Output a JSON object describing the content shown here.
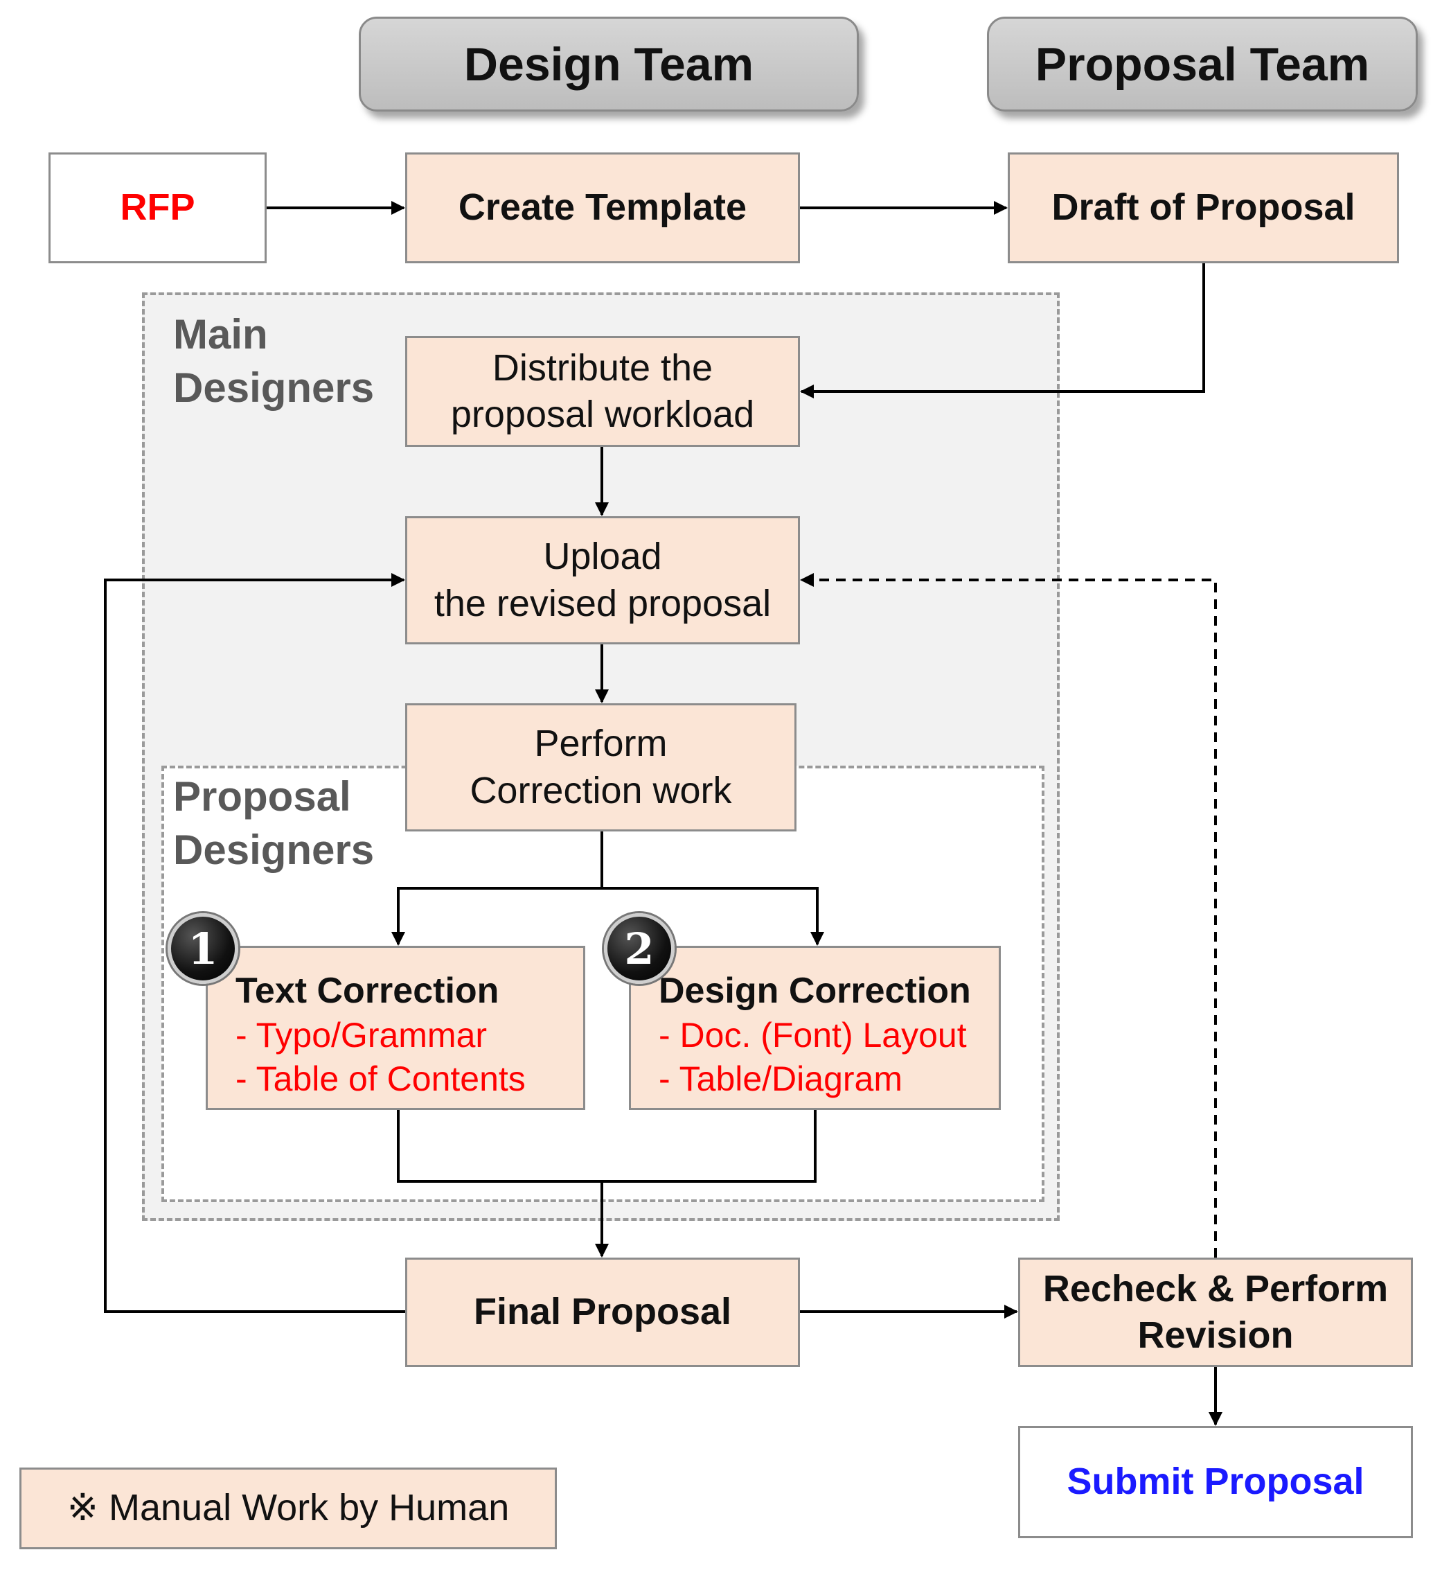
{
  "headers": {
    "design_team": "Design Team",
    "proposal_team": "Proposal Team"
  },
  "nodes": {
    "rfp": "RFP",
    "create_template": "Create Template",
    "draft_of_proposal": "Draft of Proposal",
    "distribute": [
      "Distribute the",
      "proposal workload"
    ],
    "upload": [
      "Upload",
      "the revised proposal"
    ],
    "perform_correction": [
      "Perform",
      "Correction work"
    ],
    "text_correction": {
      "badge": "1",
      "title": "Text Correction",
      "items": [
        "- Typo/Grammar",
        "- Table of Contents"
      ]
    },
    "design_correction": {
      "badge": "2",
      "title": "Design Correction",
      "items": [
        "- Doc. (Font) Layout",
        "- Table/Diagram"
      ]
    },
    "final_proposal": "Final Proposal",
    "recheck": [
      "Recheck & Perform",
      "Revision"
    ],
    "submit_proposal": "Submit Proposal"
  },
  "groups": {
    "main_designers": [
      "Main",
      "Designers"
    ],
    "proposal_designers": [
      "Proposal",
      "Designers"
    ]
  },
  "legend": "※ Manual Work by Human",
  "colors": {
    "box_fill": "#fbe5d6",
    "header_fill": "#c8c8c8",
    "rfp_text": "#ff0000",
    "correction_items_text": "#ff0000",
    "submit_text": "#1a1aff",
    "group_fill": "#f2f2f2"
  }
}
